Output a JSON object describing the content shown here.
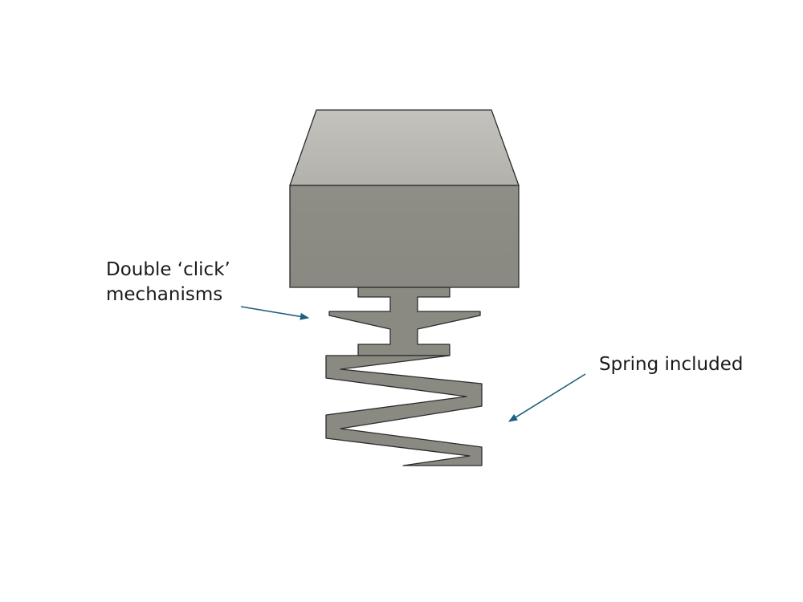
{
  "annotations": {
    "click_line1": "Double ‘click’",
    "click_line2": "mechanisms",
    "spring": "Spring included"
  },
  "colors": {
    "background": "#ffffff",
    "top_face": "#bcbab4",
    "front_face": "#8c8c85",
    "part": "#8a8a82",
    "outline": "#2b2b2b",
    "arrow": "#1d5f7e",
    "text": "#1a1a1a"
  }
}
